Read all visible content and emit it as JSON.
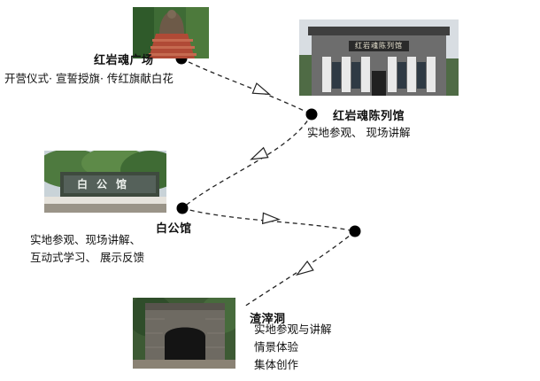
{
  "stops": [
    {
      "title": "红岩魂广场",
      "lines": [
        "开营仪式· 宣誓授旗· 传红旗献白花"
      ]
    },
    {
      "title": "红岩魂陈列馆",
      "lines": [
        "实地参观、 现场讲解"
      ]
    },
    {
      "title": "白公馆",
      "lines": [
        "实地参观、现场讲解、",
        "互动式学习、 展示反馈"
      ]
    },
    {
      "title": "渣滓洞",
      "lines": [
        "实地参观与讲解",
        "情景体验",
        "集体创作"
      ]
    }
  ],
  "photos": [
    {
      "id": "square-photo",
      "sign": ""
    },
    {
      "id": "museum-photo",
      "sign": "红岩魂陈列馆"
    },
    {
      "id": "baigongguan-photo",
      "sign": "白公馆"
    },
    {
      "id": "zhazidong-photo",
      "sign": ""
    }
  ],
  "colors": {
    "route": "#222222",
    "node": "#000000",
    "text": "#111111"
  }
}
